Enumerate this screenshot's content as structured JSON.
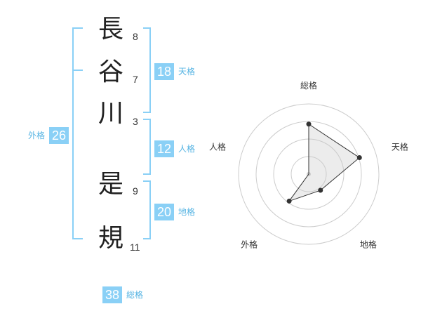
{
  "name": {
    "chars": [
      {
        "char": "長",
        "strokes": "8"
      },
      {
        "char": "谷",
        "strokes": "7"
      },
      {
        "char": "川",
        "strokes": "3"
      },
      {
        "char": "是",
        "strokes": "9"
      },
      {
        "char": "規",
        "strokes": "11"
      }
    ]
  },
  "fortunes": {
    "tenkaku": {
      "value": "18",
      "label": "天格"
    },
    "jinkaku": {
      "value": "12",
      "label": "人格"
    },
    "chikaku": {
      "value": "20",
      "label": "地格"
    },
    "gaikaku": {
      "value": "26",
      "label": "外格"
    },
    "soukaku": {
      "value": "38",
      "label": "総格"
    }
  },
  "colors": {
    "accent": "#8ad0f6",
    "accent_text": "#56b4e3",
    "bracket": "#8ad0f6",
    "grid": "#cccccc"
  },
  "chart_data": {
    "type": "radar",
    "axes": [
      "総格",
      "天格",
      "地格",
      "外格",
      "人格"
    ],
    "values": [
      0.75,
      0.8,
      0.3,
      0.5,
      0.0
    ],
    "range": [
      0,
      1
    ]
  }
}
